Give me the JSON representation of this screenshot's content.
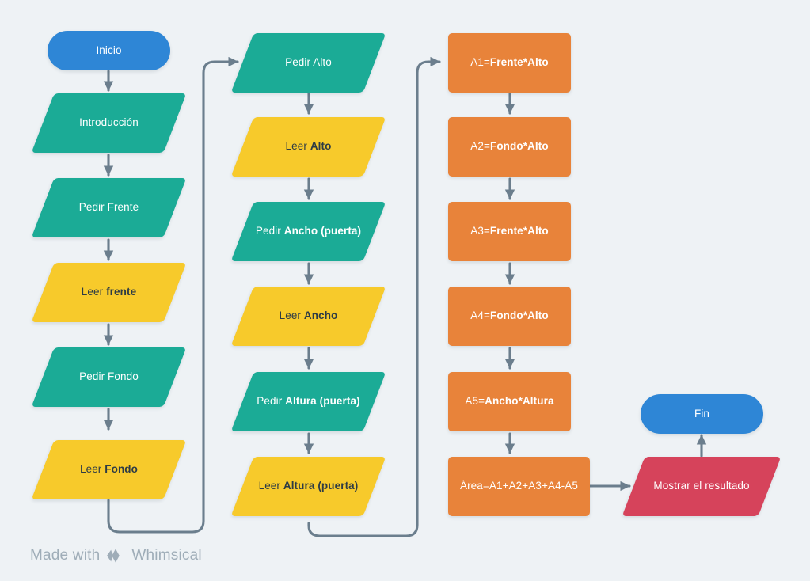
{
  "diagram": {
    "title": "Flowchart — Cálculo de Área",
    "background_color": "#eef2f5",
    "edge_color": "#6b7e8d",
    "palette": {
      "teal": "#1bab96",
      "yellow": "#f7ca2b",
      "orange": "#e8833a",
      "blue": "#2e86d6",
      "crimson": "#d6435b",
      "dark_text": "#2d3b45",
      "light_text": "#ffffff"
    },
    "nodes": [
      {
        "id": "inicio",
        "shape": "pill",
        "color": "blue",
        "text_plain": "Inicio",
        "parts": [
          {
            "t": "Inicio",
            "b": false
          }
        ]
      },
      {
        "id": "introduccion",
        "shape": "parallelogram",
        "color": "teal",
        "text_plain": "Introducción",
        "parts": [
          {
            "t": "Introducción",
            "b": false
          }
        ]
      },
      {
        "id": "pedir-frente",
        "shape": "parallelogram",
        "color": "teal",
        "text_plain": "Pedir Frente",
        "parts": [
          {
            "t": "Pedir Frente",
            "b": false
          }
        ]
      },
      {
        "id": "leer-frente",
        "shape": "parallelogram",
        "color": "yellow",
        "text_plain": "Leer frente",
        "parts": [
          {
            "t": "Leer ",
            "b": false
          },
          {
            "t": "frente",
            "b": true
          }
        ]
      },
      {
        "id": "pedir-fondo",
        "shape": "parallelogram",
        "color": "teal",
        "text_plain": "Pedir Fondo",
        "parts": [
          {
            "t": "Pedir Fondo",
            "b": false
          }
        ]
      },
      {
        "id": "leer-fondo",
        "shape": "parallelogram",
        "color": "yellow",
        "text_plain": "Leer Fondo",
        "parts": [
          {
            "t": "Leer ",
            "b": false
          },
          {
            "t": "Fondo",
            "b": true
          }
        ]
      },
      {
        "id": "pedir-alto",
        "shape": "parallelogram",
        "color": "teal",
        "text_plain": "Pedir Alto",
        "parts": [
          {
            "t": "Pedir Alto",
            "b": false
          }
        ]
      },
      {
        "id": "leer-alto",
        "shape": "parallelogram",
        "color": "yellow",
        "text_plain": "Leer Alto",
        "parts": [
          {
            "t": "Leer ",
            "b": false
          },
          {
            "t": "Alto",
            "b": true
          }
        ]
      },
      {
        "id": "pedir-ancho",
        "shape": "parallelogram",
        "color": "teal",
        "text_plain": "Pedir Ancho (puerta)",
        "parts": [
          {
            "t": "Pedir ",
            "b": false
          },
          {
            "t": "Ancho (puerta)",
            "b": true
          }
        ]
      },
      {
        "id": "leer-ancho",
        "shape": "parallelogram",
        "color": "yellow",
        "text_plain": "Leer Ancho",
        "parts": [
          {
            "t": "Leer ",
            "b": false
          },
          {
            "t": "Ancho",
            "b": true
          }
        ]
      },
      {
        "id": "pedir-altura",
        "shape": "parallelogram",
        "color": "teal",
        "text_plain": "Pedir Altura (puerta)",
        "parts": [
          {
            "t": "Pedir ",
            "b": false
          },
          {
            "t": "Altura (puerta)",
            "b": true
          }
        ]
      },
      {
        "id": "leer-altura",
        "shape": "parallelogram",
        "color": "yellow",
        "text_plain": "Leer Altura (puerta)",
        "parts": [
          {
            "t": "Leer ",
            "b": false
          },
          {
            "t": "Altura (puerta)",
            "b": true
          }
        ]
      },
      {
        "id": "a1",
        "shape": "rectangle",
        "color": "orange",
        "text_plain": "A1=Frente*Alto",
        "parts": [
          {
            "t": "A1=",
            "b": false
          },
          {
            "t": "Frente*Alto",
            "b": true
          }
        ]
      },
      {
        "id": "a2",
        "shape": "rectangle",
        "color": "orange",
        "text_plain": "A2=Fondo*Alto",
        "parts": [
          {
            "t": "A2=",
            "b": false
          },
          {
            "t": "Fondo*Alto",
            "b": true
          }
        ]
      },
      {
        "id": "a3",
        "shape": "rectangle",
        "color": "orange",
        "text_plain": "A3=Frente*Alto",
        "parts": [
          {
            "t": "A3=",
            "b": false
          },
          {
            "t": "Frente*Alto",
            "b": true
          }
        ]
      },
      {
        "id": "a4",
        "shape": "rectangle",
        "color": "orange",
        "text_plain": "A4=Fondo*Alto",
        "parts": [
          {
            "t": "A4=",
            "b": false
          },
          {
            "t": "Fondo*Alto",
            "b": true
          }
        ]
      },
      {
        "id": "a5",
        "shape": "rectangle",
        "color": "orange",
        "text_plain": "A5=Ancho*Altura",
        "parts": [
          {
            "t": "A5=",
            "b": false
          },
          {
            "t": "Ancho*Altura",
            "b": true
          }
        ]
      },
      {
        "id": "area",
        "shape": "rectangle",
        "color": "orange",
        "text_plain": "Área=A1+A2+A3+A4-A5",
        "parts": [
          {
            "t": "Área=A1+A2+A3+A4-A5",
            "b": false
          }
        ]
      },
      {
        "id": "mostrar",
        "shape": "parallelogram",
        "color": "crimson",
        "text_plain": "Mostrar el resultado",
        "parts": [
          {
            "t": "Mostrar el resultado",
            "b": false
          }
        ]
      },
      {
        "id": "fin",
        "shape": "pill",
        "color": "blue",
        "text_plain": "Fin",
        "parts": [
          {
            "t": "Fin",
            "b": false
          }
        ]
      }
    ],
    "edges": [
      {
        "from": "inicio",
        "to": "introduccion",
        "kind": "straight-down"
      },
      {
        "from": "introduccion",
        "to": "pedir-frente",
        "kind": "straight-down"
      },
      {
        "from": "pedir-frente",
        "to": "leer-frente",
        "kind": "straight-down"
      },
      {
        "from": "leer-frente",
        "to": "pedir-fondo",
        "kind": "straight-down"
      },
      {
        "from": "pedir-fondo",
        "to": "leer-fondo",
        "kind": "straight-down"
      },
      {
        "from": "leer-fondo",
        "to": "pedir-alto",
        "kind": "down-right-up-right"
      },
      {
        "from": "pedir-alto",
        "to": "leer-alto",
        "kind": "straight-down"
      },
      {
        "from": "leer-alto",
        "to": "pedir-ancho",
        "kind": "straight-down"
      },
      {
        "from": "pedir-ancho",
        "to": "leer-ancho",
        "kind": "straight-down"
      },
      {
        "from": "leer-ancho",
        "to": "pedir-altura",
        "kind": "straight-down"
      },
      {
        "from": "pedir-altura",
        "to": "leer-altura",
        "kind": "straight-down"
      },
      {
        "from": "leer-altura",
        "to": "a1",
        "kind": "down-right-up-right"
      },
      {
        "from": "a1",
        "to": "a2",
        "kind": "straight-down"
      },
      {
        "from": "a2",
        "to": "a3",
        "kind": "straight-down"
      },
      {
        "from": "a3",
        "to": "a4",
        "kind": "straight-down"
      },
      {
        "from": "a4",
        "to": "a5",
        "kind": "straight-down"
      },
      {
        "from": "a5",
        "to": "area",
        "kind": "straight-down"
      },
      {
        "from": "area",
        "to": "mostrar",
        "kind": "straight-right"
      },
      {
        "from": "mostrar",
        "to": "fin",
        "kind": "straight-up"
      }
    ]
  },
  "watermark": {
    "prefix": "Made with",
    "brand": "Whimsical",
    "logo_icon": "whimsical-diamond-logo"
  }
}
